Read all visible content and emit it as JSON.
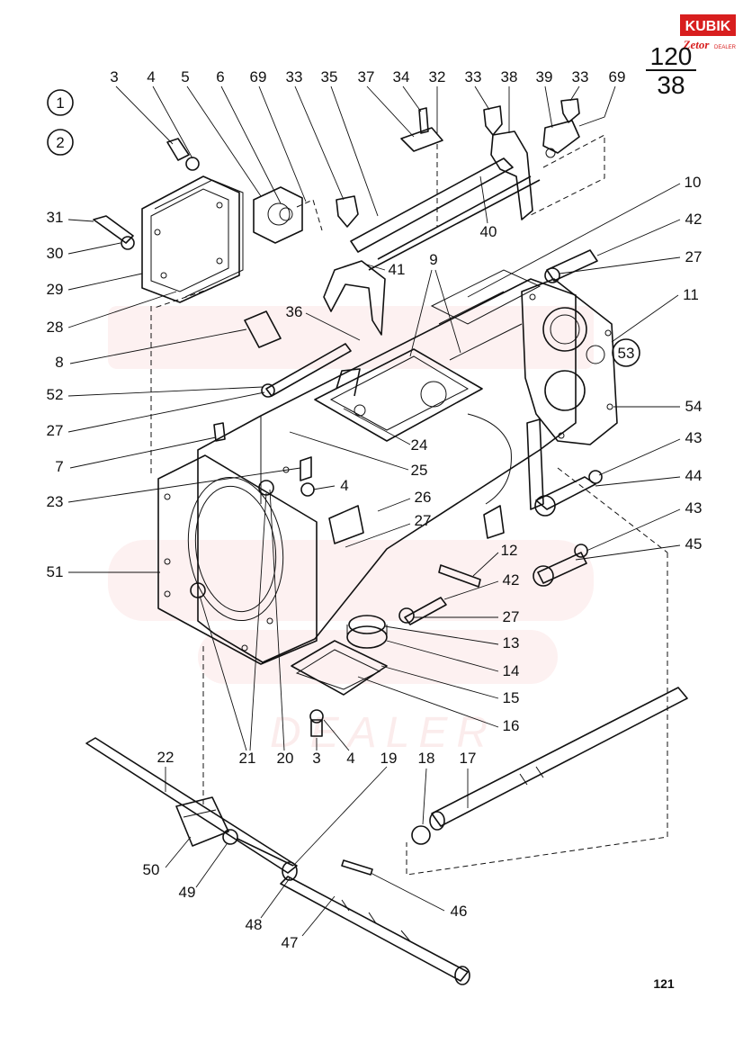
{
  "logo": {
    "brand": "KUBIK",
    "sub": "Zetor",
    "tag": "DEALER",
    "brand_color": "#d81e1e"
  },
  "page_ref": {
    "numerator": "120",
    "denominator": "38"
  },
  "variant_markers": [
    "1",
    "2"
  ],
  "circled_part": "53",
  "page_number": "121",
  "callouts": [
    "3",
    "4",
    "5",
    "6",
    "69",
    "33",
    "35",
    "37",
    "34",
    "32",
    "33",
    "38",
    "39",
    "33",
    "69",
    "10",
    "42",
    "27",
    "11",
    "54",
    "43",
    "44",
    "43",
    "45",
    "31",
    "30",
    "29",
    "28",
    "8",
    "36",
    "52",
    "27",
    "7",
    "23",
    "51",
    "9",
    "41",
    "40",
    "24",
    "25",
    "26",
    "27",
    "4",
    "12",
    "42",
    "27",
    "13",
    "14",
    "15",
    "16",
    "4",
    "3",
    "20",
    "21",
    "22",
    "50",
    "49",
    "48",
    "47",
    "46",
    "18",
    "17",
    "19"
  ],
  "watermark": "DEALER"
}
